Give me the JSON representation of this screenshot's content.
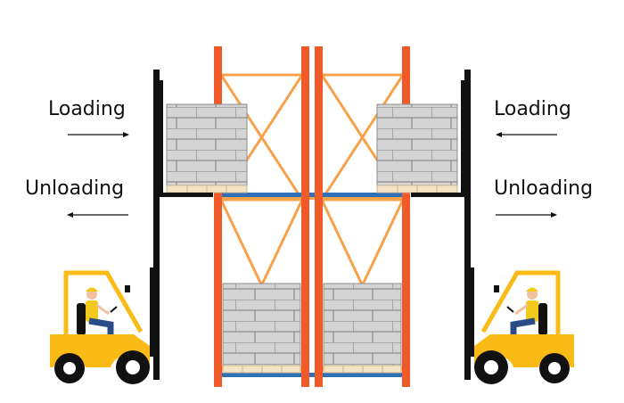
{
  "labels": {
    "left_loading": "Loading",
    "left_unloading": "Unloading",
    "right_loading": "Loading",
    "right_unloading": "Unloading"
  },
  "arrows": {
    "left_loading": "right",
    "left_unloading": "left",
    "right_loading": "left",
    "right_unloading": "right"
  },
  "colors": {
    "upright": "#ef5a28",
    "brace": "#f7a14a",
    "beam": "#2f6fb6",
    "forklift_body": "#fbbb17",
    "mast": "#111111",
    "brick": "#d4d4d4",
    "brick_line": "#8c8c8c",
    "pallet": "#f4e4c6",
    "worker_shirt": "#f2c81a",
    "worker_pants": "#2a4c86"
  }
}
